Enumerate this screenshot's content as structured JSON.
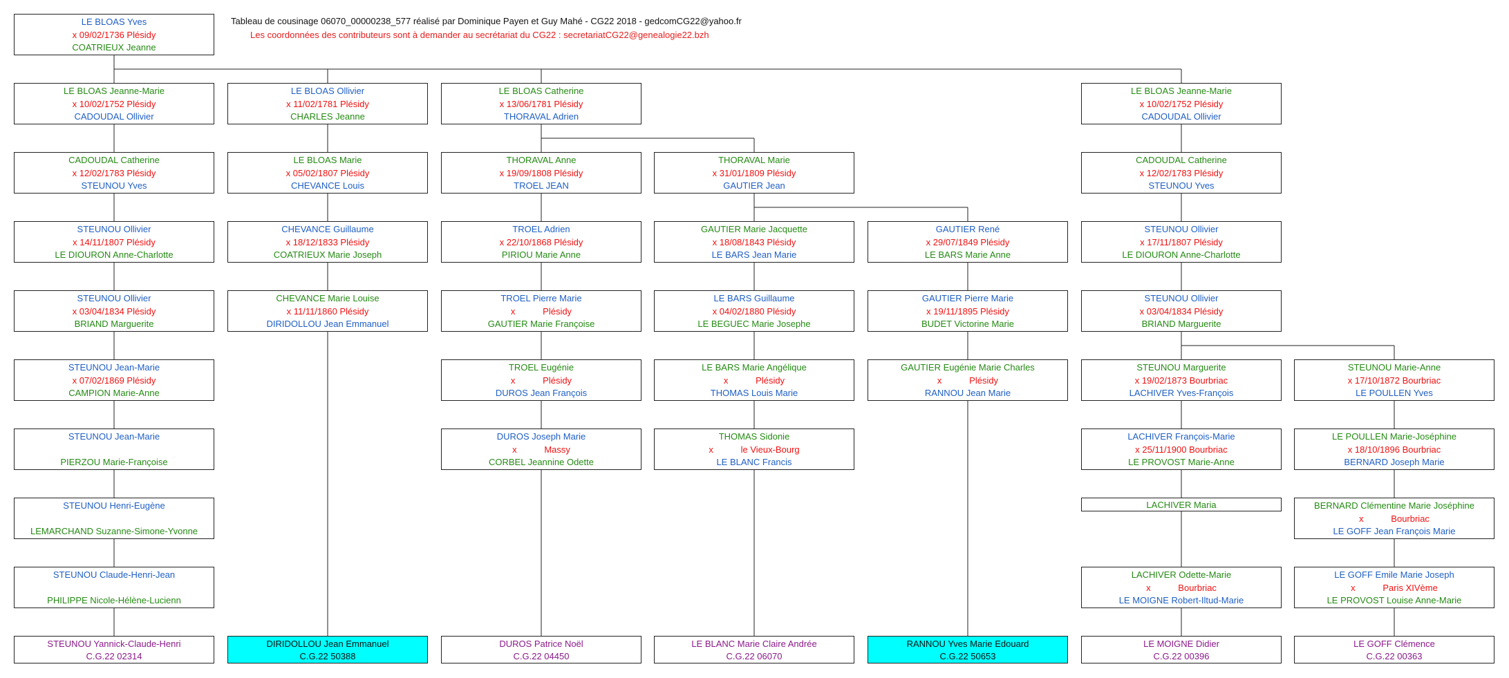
{
  "header": {
    "title": "Tableau de cousinage 06070_00000238_577 réalisé par Dominique Payen et Guy Mahé - CG22 2018 - gedcomCG22@yahoo.fr",
    "note": "Les coordonnées des contributeurs sont à demander au secrétariat du CG22 :  secretariatCG22@genealogie22.bzh"
  },
  "colors": {
    "blue": "#1f5fc4",
    "red": "#ee1111",
    "green": "#258a14",
    "purple": "#8b1a8b",
    "highlight": "#00ffff"
  },
  "root": {
    "l1": "LE BLOAS Yves",
    "l2": "x 09/02/1736 Plésidy",
    "l3": "COATRIEUX Jeanne"
  },
  "col1": [
    {
      "l1": "LE BLOAS Jeanne-Marie",
      "l2": "x 10/02/1752 Plésidy",
      "l3": "CADOUDAL Ollivier"
    },
    {
      "l1": "CADOUDAL Catherine",
      "l2": "x 12/02/1783 Plésidy",
      "l3": "STEUNOU Yves"
    },
    {
      "l1": "STEUNOU Ollivier",
      "l2": "x 14/11/1807 Plésidy",
      "l3": "LE DIOURON Anne-Charlotte"
    },
    {
      "l1": "STEUNOU Ollivier",
      "l2": "x 03/04/1834 Plésidy",
      "l3": "BRIAND Marguerite"
    },
    {
      "l1": "STEUNOU Jean-Marie",
      "l2": "x 07/02/1869 Plésidy",
      "l3": "CAMPION Marie-Anne"
    },
    {
      "l1": "STEUNOU Jean-Marie",
      "l2": "",
      "l3": "PIERZOU Marie-Françoise"
    },
    {
      "l1": "STEUNOU Henri-Eugène",
      "l2": "",
      "l3": "LEMARCHAND Suzanne-Simone-Yvonne"
    },
    {
      "l1": "STEUNOU Claude-Henri-Jean",
      "l2": "",
      "l3": "PHILIPPE Nicole-Hélène-Lucienn"
    },
    {
      "name": "STEUNOU Yannick-Claude-Henri",
      "code": "C.G.22 02314"
    }
  ],
  "col2": [
    {
      "l1": "LE BLOAS Ollivier",
      "l2": "x 11/02/1781 Plésidy",
      "l3": "CHARLES Jeanne"
    },
    {
      "l1": "LE BLOAS Marie",
      "l2": "x 05/02/1807 Plésidy",
      "l3": "CHEVANCE Louis"
    },
    {
      "l1": "CHEVANCE Guillaume",
      "l2": "x 18/12/1833 Plésidy",
      "l3": "COATRIEUX Marie Joseph"
    },
    {
      "l1": "CHEVANCE Marie Louise",
      "l2": "x 11/11/1860 Plésidy",
      "l3": "DIRIDOLLOU Jean Emmanuel"
    },
    {
      "name": "DIRIDOLLOU Jean Emmanuel",
      "code": "C.G.22 50388"
    }
  ],
  "col3": [
    {
      "l1": "LE BLOAS Catherine",
      "l2": "x 13/06/1781 Plésidy",
      "l3": "THORAVAL Adrien"
    },
    {
      "l1": "THORAVAL Anne",
      "l2": "x 19/09/1808 Plésidy",
      "l3": "TROEL JEAN"
    },
    {
      "l1": "TROEL Adrien",
      "l2": "x 22/10/1868 Plésidy",
      "l3": "PIRIOU Marie Anne"
    },
    {
      "l1": "TROEL Pierre Marie",
      "l2": "x           Plésidy",
      "l3": "GAUTIER Marie Françoise"
    },
    {
      "l1": "TROEL Eugénie",
      "l2": "x           Plésidy",
      "l3": "DUROS Jean François"
    },
    {
      "l1": "DUROS Joseph Marie",
      "l2": "x           Massy",
      "l3": "CORBEL Jeannine Odette"
    },
    {
      "name": "DUROS Patrice Noël",
      "code": "C.G.22 04450"
    }
  ],
  "col4": [
    {
      "l1": "THORAVAL Marie",
      "l2": "x 31/01/1809 Plésidy",
      "l3": "GAUTIER Jean"
    },
    {
      "l1": "GAUTIER Marie Jacquette",
      "l2": "x 18/08/1843 Plésidy",
      "l3": "LE BARS Jean Marie"
    },
    {
      "l1": "LE BARS Guillaume",
      "l2": "x 04/02/1880 Plésidy",
      "l3": "LE BEGUEC Marie Josephe"
    },
    {
      "l1": "LE BARS Marie Angélique",
      "l2": "x           Plésidy",
      "l3": "THOMAS Louis Marie"
    },
    {
      "l1": "THOMAS Sidonie",
      "l2": "x           le Vieux-Bourg",
      "l3": "LE BLANC Francis"
    },
    {
      "name": "LE BLANC Marie Claire Andrée",
      "code": "C.G.22 06070"
    }
  ],
  "col5": [
    {
      "l1": "GAUTIER René",
      "l2": "x 29/07/1849 Plésidy",
      "l3": "LE BARS Marie Anne"
    },
    {
      "l1": "GAUTIER Pierre Marie",
      "l2": "x 19/11/1895 Plésidy",
      "l3": "BUDET Victorine Marie"
    },
    {
      "l1": "GAUTIER Eugénie Marie Charles",
      "l2": "x           Plésidy",
      "l3": "RANNOU Jean Marie"
    },
    {
      "name": "RANNOU Yves Marie Edouard",
      "code": "C.G.22 50653"
    }
  ],
  "col6": [
    {
      "l1": "LE BLOAS Jeanne-Marie",
      "l2": "x 10/02/1752 Plésidy",
      "l3": "CADOUDAL Ollivier"
    },
    {
      "l1": "CADOUDAL Catherine",
      "l2": "x 12/02/1783 Plésidy",
      "l3": "STEUNOU Yves"
    },
    {
      "l1": "STEUNOU Ollivier",
      "l2": "x 17/11/1807 Plésidy",
      "l3": "LE DIOURON Anne-Charlotte"
    },
    {
      "l1": "STEUNOU Ollivier",
      "l2": "x 03/04/1834 Plésidy",
      "l3": "BRIAND Marguerite"
    },
    {
      "l1": "STEUNOU Marguerite",
      "l2": "x 19/02/1873 Bourbriac",
      "l3": "LACHIVER Yves-François"
    },
    {
      "l1": "LACHIVER François-Marie",
      "l2": "x 25/11/1900 Bourbriac",
      "l3": "LE PROVOST Marie-Anne"
    },
    {
      "l1": "LACHIVER Maria"
    },
    {
      "l1": "LACHIVER Odette-Marie",
      "l2": "x           Bourbriac",
      "l3": "LE MOIGNE Robert-Iltud-Marie"
    },
    {
      "name": "LE MOIGNE Didier",
      "code": "C.G.22 00396"
    }
  ],
  "col7": [
    {
      "l1": "STEUNOU Marie-Anne",
      "l2": "x 17/10/1872 Bourbriac",
      "l3": "LE POULLEN Yves"
    },
    {
      "l1": "LE POULLEN Marie-Joséphine",
      "l2": "x 18/10/1896 Bourbriac",
      "l3": "BERNARD Joseph Marie"
    },
    {
      "l1": "BERNARD Clémentine Marie Joséphine",
      "l2": "x           Bourbriac",
      "l3": "LE GOFF Jean François Marie"
    },
    {
      "l1": "LE GOFF Emile Marie Joseph",
      "l2": "x           Paris XIVème",
      "l3": "LE PROVOST Louise Anne-Marie"
    },
    {
      "name": "LE GOFF Clémence",
      "code": "C.G.22 00363"
    }
  ]
}
